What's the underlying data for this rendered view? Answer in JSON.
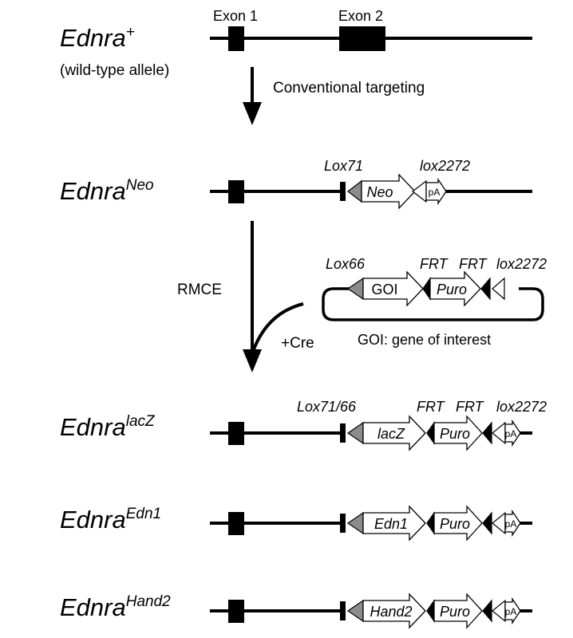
{
  "alleles": {
    "wt": {
      "base": "Ednra",
      "sup": "+",
      "note": "(wild-type allele)"
    },
    "neo": {
      "base": "Ednra",
      "sup": "Neo"
    },
    "lacz": {
      "base": "Ednra",
      "sup": "lacZ"
    },
    "edn1": {
      "base": "Ednra",
      "sup": "Edn1"
    },
    "hand2": {
      "base": "Ednra",
      "sup": "Hand2"
    }
  },
  "exons": {
    "exon1": "Exon 1",
    "exon2": "Exon 2"
  },
  "sites": {
    "lox71": "Lox71",
    "lox2272": "lox2272",
    "lox66": "Lox66",
    "frt": "FRT",
    "lox7166": "Lox71/66"
  },
  "cassettes": {
    "neo": "Neo",
    "pa": "pA",
    "goi": "GOI",
    "puro": "Puro",
    "lacz": "lacZ",
    "edn1": "Edn1",
    "hand2": "Hand2"
  },
  "steps": {
    "conventional": "Conventional targeting",
    "rmce": "RMCE",
    "cre": "+Cre"
  },
  "plasmid_note": "GOI: gene of interest"
}
